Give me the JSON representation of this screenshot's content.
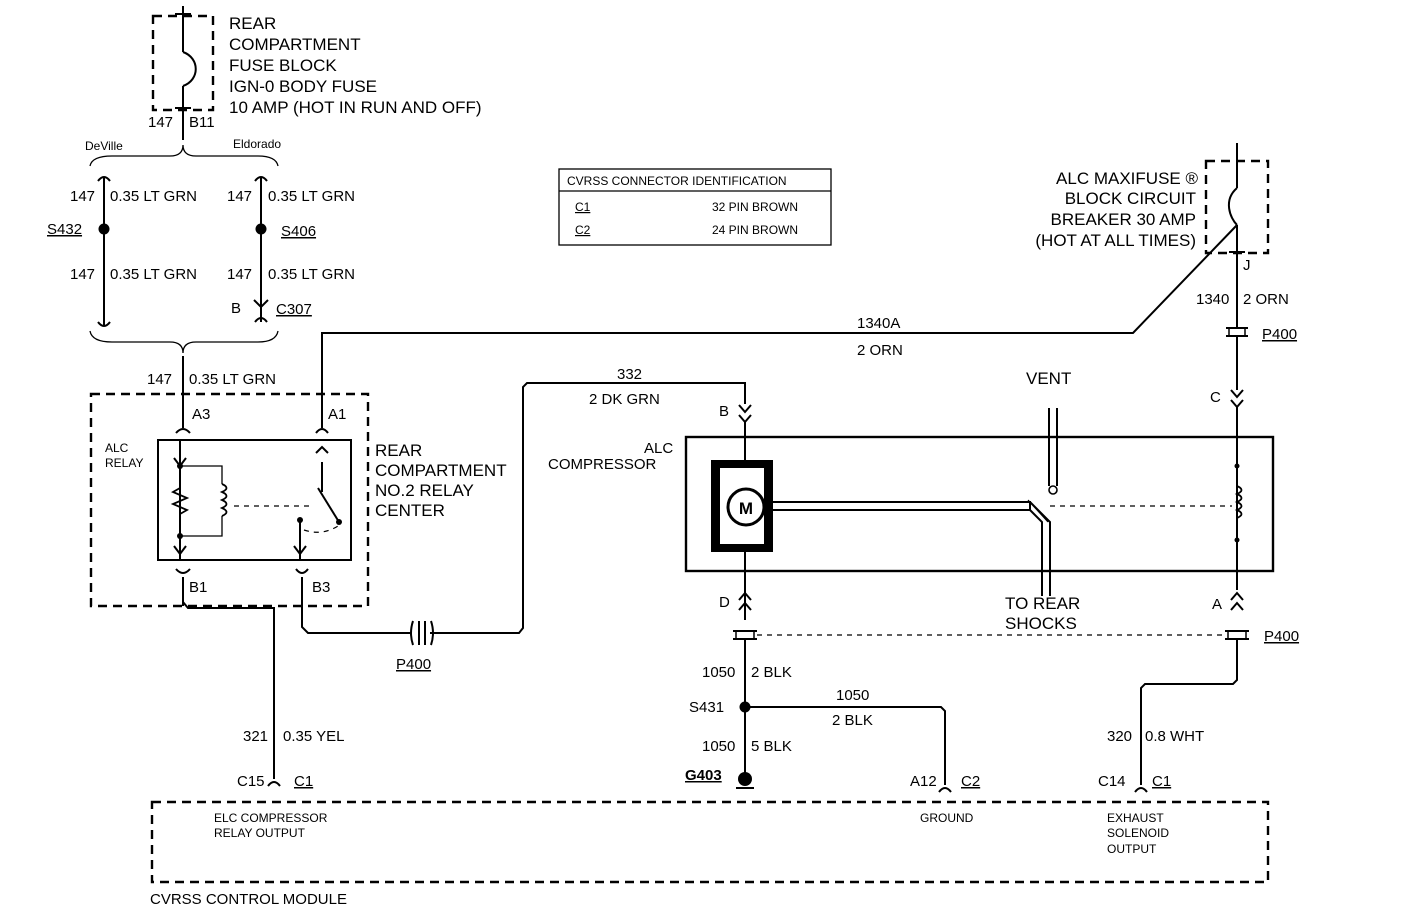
{
  "fuse_block": {
    "lines": [
      "REAR",
      "COMPARTMENT",
      "FUSE BLOCK",
      "IGN-0 BODY FUSE",
      "10 AMP (HOT IN RUN AND OFF)"
    ],
    "circuit": "147",
    "terminal": "B11"
  },
  "variants": {
    "left": "DeVille",
    "right": "Eldorado"
  },
  "deville": {
    "upper_circuit": "147",
    "upper_wire": "0.35 LT GRN",
    "splice": "S432",
    "lower_circuit": "147",
    "lower_wire": "0.35 LT GRN"
  },
  "eldorado": {
    "upper_circuit": "147",
    "upper_wire": "0.35 LT GRN",
    "splice": "S406",
    "lower_circuit": "147",
    "lower_wire": "0.35 LT GRN",
    "connector_pin": "B",
    "connector": "C307"
  },
  "relay_feed": {
    "circuit": "147",
    "wire": "0.35 LT GRN"
  },
  "connector_table": {
    "title": "CVRSS CONNECTOR IDENTIFICATION",
    "rows": [
      {
        "id": "C1",
        "desc": "32 PIN BROWN"
      },
      {
        "id": "C2",
        "desc": "24 PIN BROWN"
      }
    ]
  },
  "maxifuse": {
    "lines": [
      "ALC MAXIFUSE ®",
      "BLOCK CIRCUIT",
      "BREAKER 30 AMP",
      "(HOT AT ALL TIMES)"
    ],
    "terminal": "J",
    "circuit": "1340",
    "wire": "2 ORN",
    "connector": "P400"
  },
  "feed_1340a": {
    "circuit": "1340A",
    "wire": "2 ORN"
  },
  "relay_center": {
    "lines": [
      "REAR",
      "COMPARTMENT",
      "NO.2 RELAY",
      "CENTER"
    ],
    "relay_label": [
      "ALC",
      "RELAY"
    ],
    "pins": {
      "a3": "A3",
      "a1": "A1",
      "b1": "B1",
      "b3": "B3"
    }
  },
  "wire_332": {
    "circuit": "332",
    "wire": "2 DK GRN"
  },
  "compressor": {
    "label": [
      "ALC",
      "COMPRESSOR"
    ],
    "motor": "M",
    "pin_b": "B",
    "pin_c": "C",
    "pin_d": "D",
    "pin_a": "A",
    "vent": "VENT",
    "to_shocks": [
      "TO REAR",
      "SHOCKS"
    ],
    "right_connector": "P400"
  },
  "inline_connector": "P400",
  "ground": {
    "c1_circuit": "1050",
    "c1_wire": "2 BLK",
    "splice": "S431",
    "branch_circuit": "1050",
    "branch_wire": "2 BLK",
    "lower_circuit": "1050",
    "lower_wire": "5 BLK",
    "ground_id": "G403"
  },
  "wire_321": {
    "circuit": "321",
    "wire": "0.35 YEL"
  },
  "wire_320": {
    "circuit": "320",
    "wire": "0.8 WHT"
  },
  "module": {
    "name": "CVRSS CONTROL MODULE",
    "pins": [
      {
        "pin": "C15",
        "conn": "C1",
        "func": [
          "ELC COMPRESSOR",
          "RELAY OUTPUT"
        ]
      },
      {
        "pin": "A12",
        "conn": "C2",
        "func": [
          "GROUND"
        ]
      },
      {
        "pin": "C14",
        "conn": "C1",
        "func": [
          "EXHAUST",
          "SOLENOID",
          "OUTPUT"
        ]
      }
    ]
  }
}
